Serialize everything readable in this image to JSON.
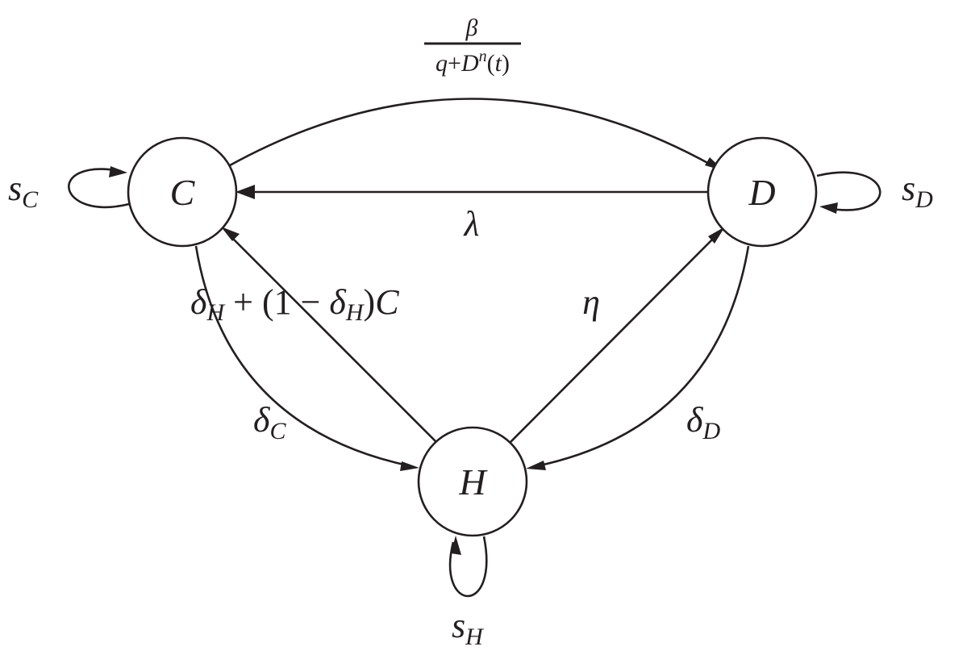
{
  "nodes": {
    "C": "C",
    "D": "D",
    "H": "H"
  },
  "rates": {
    "beta": "β",
    "beta_den_q": "q",
    "beta_den_plus": "+",
    "beta_den_D": "D",
    "beta_den_n": "n",
    "beta_den_t_open": "(",
    "beta_den_t": "t",
    "beta_den_t_close": ")",
    "lambda": "λ",
    "eta": "η",
    "deltaH_delta": "δ",
    "deltaH_sub": "H",
    "deltaH_mid": " + (1 − ",
    "deltaH_delta2": "δ",
    "deltaH_sub2": "H",
    "deltaH_close": ")",
    "deltaH_C": "C",
    "deltaC_delta": "δ",
    "deltaC_sub": "C",
    "deltaD_delta": "δ",
    "deltaD_sub": "D",
    "sC": "s",
    "sC_sub": "C",
    "sD": "s",
    "sD_sub": "D",
    "sH": "s",
    "sH_sub": "H"
  }
}
